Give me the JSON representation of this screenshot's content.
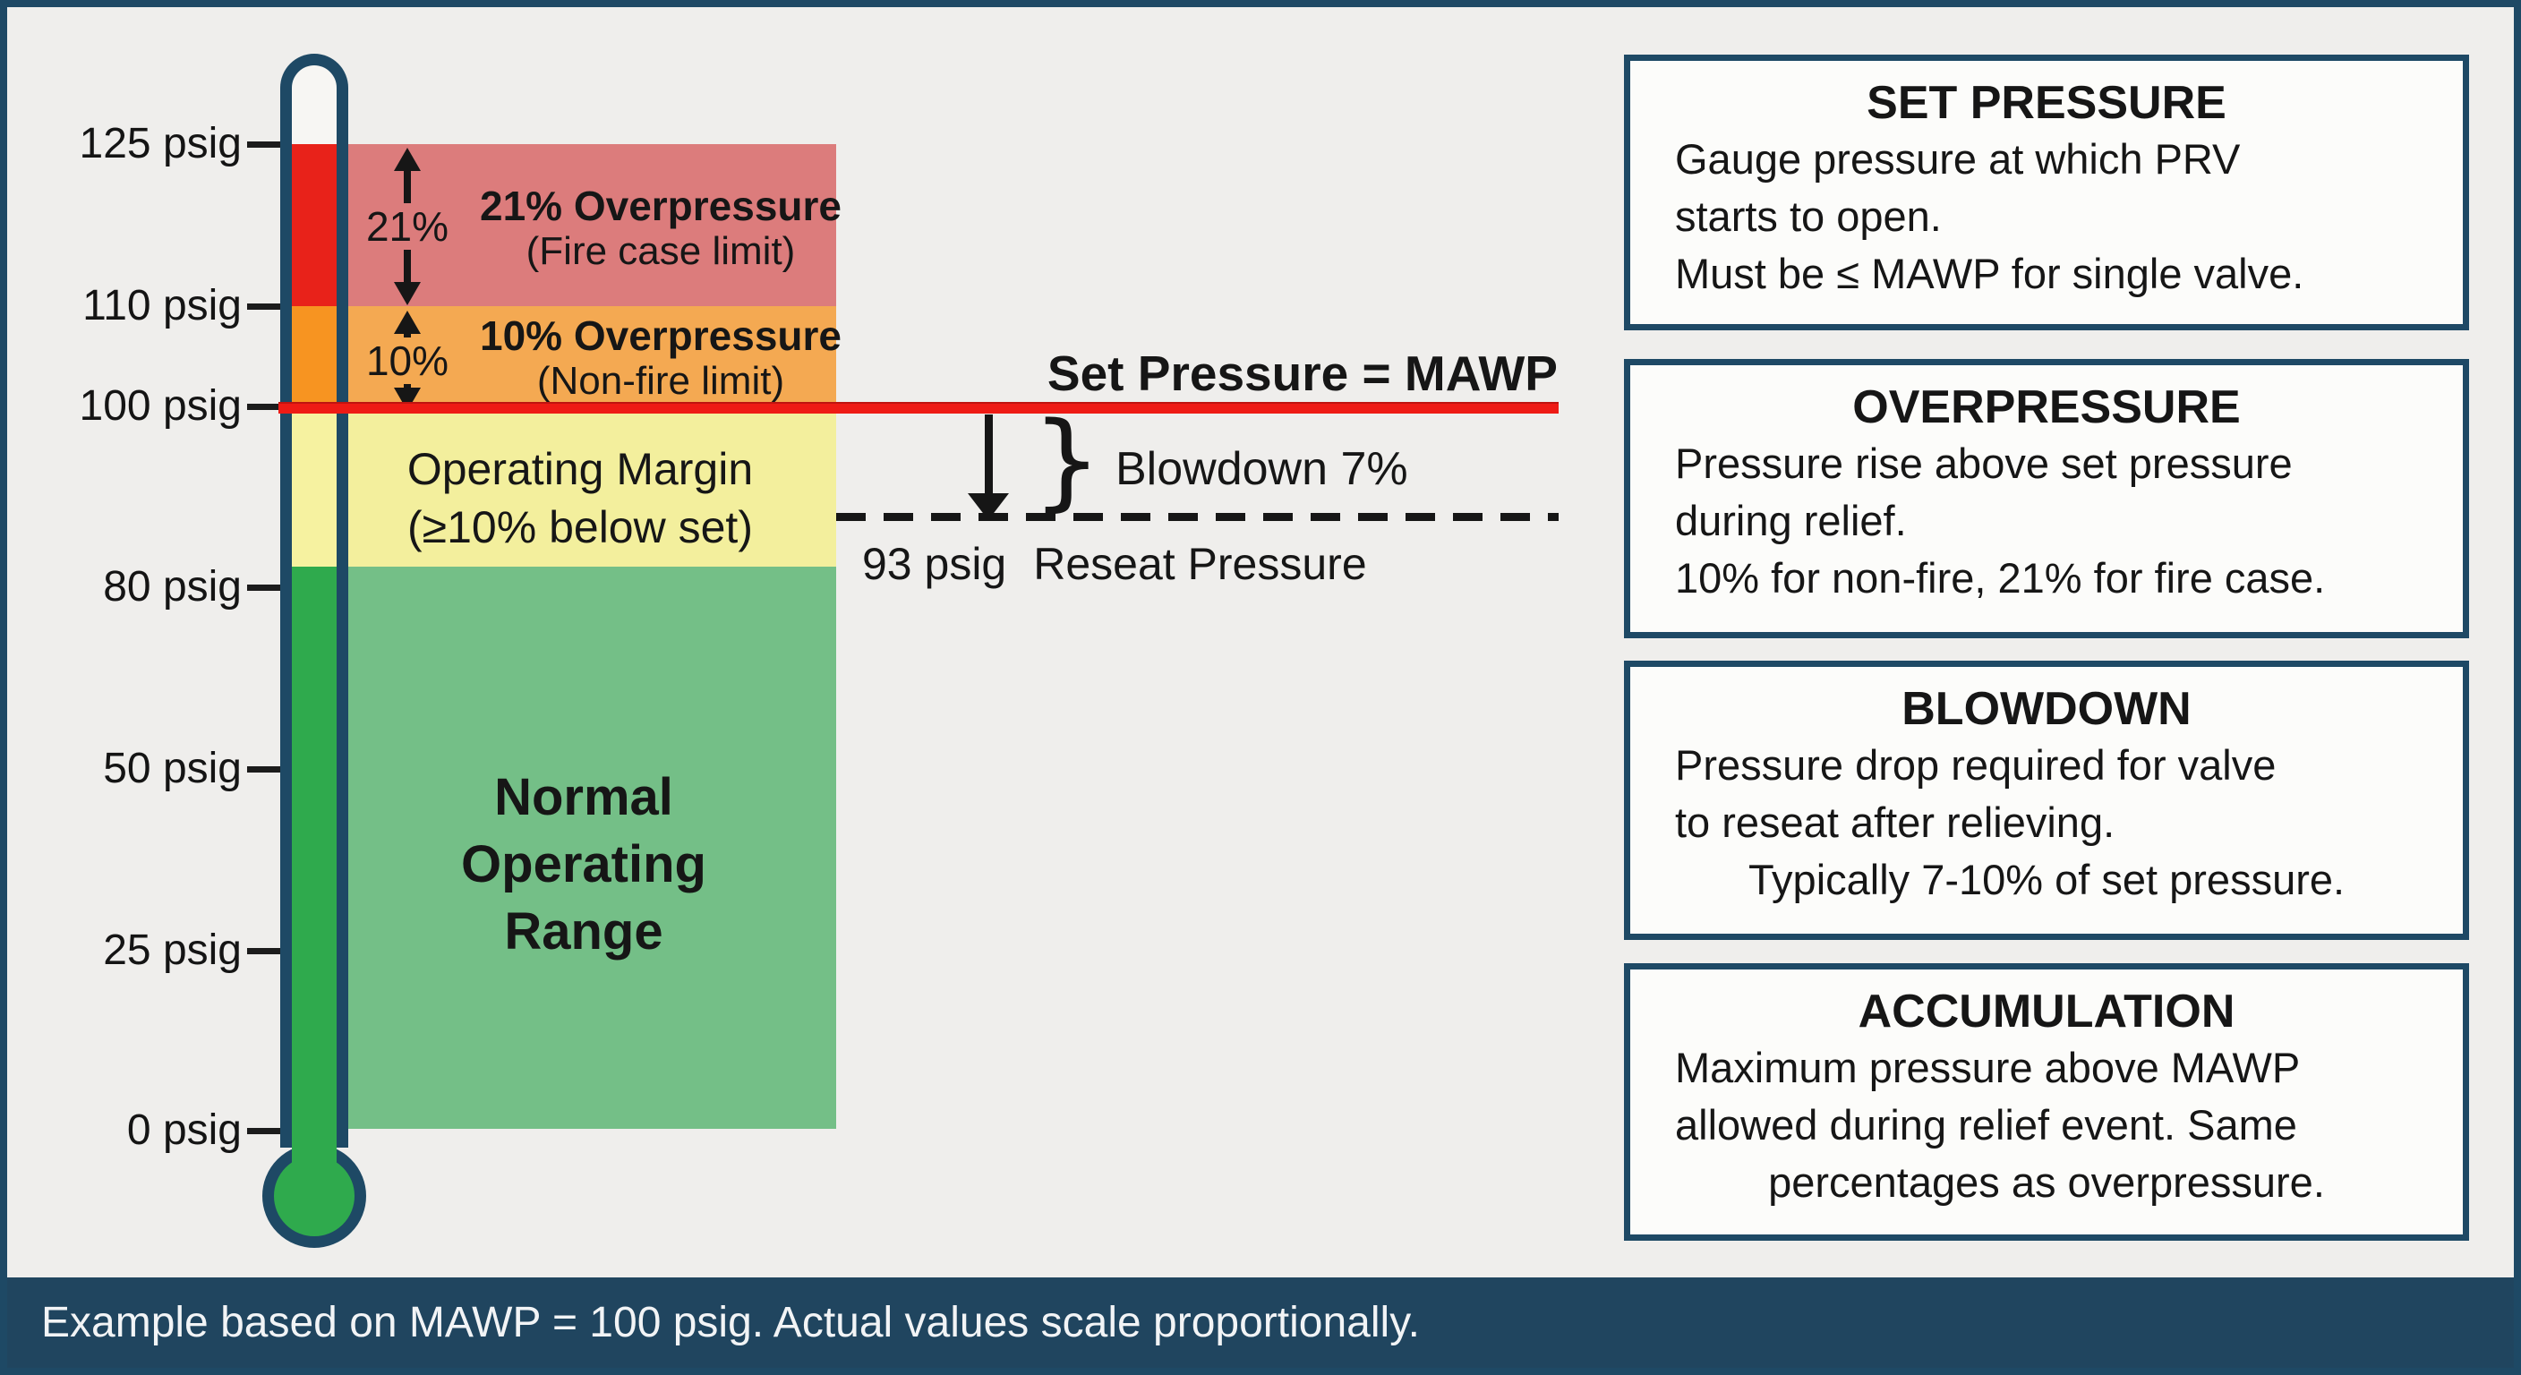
{
  "colors": {
    "background": "#efeeec",
    "frame_navy": "#1e4965",
    "footer_navy": "#20455f",
    "tube_red": "#e8221a",
    "tube_orange": "#f79421",
    "tube_yellow": "#f6f2a0",
    "tube_green": "#2faa4d",
    "band_red": "#dc7c7c",
    "band_orange": "#f4a952",
    "band_yellow": "#f3ef9d",
    "band_green": "#74bf87",
    "set_pressure_line_red": "#ee1b15",
    "text_black": "#161616",
    "box_fill_white": "#fcfcfa"
  },
  "scale": {
    "unit": "psig",
    "ticks": [
      {
        "label": "125 psig"
      },
      {
        "label": "110 psig"
      },
      {
        "label": "100 psig"
      },
      {
        "label": "80 psig"
      },
      {
        "label": "50 psig"
      },
      {
        "label": "25 psig"
      },
      {
        "label": "0 psig"
      }
    ]
  },
  "bands": [
    {
      "name": "fire-case-overpressure",
      "range_pct": "21%",
      "label_bold": "21% Overpressure",
      "label_sub": "(Fire case limit)"
    },
    {
      "name": "non-fire-overpressure",
      "range_pct": "10%",
      "label_bold": "10% Overpressure",
      "label_sub": "(Non-fire limit)"
    },
    {
      "name": "operating-margin",
      "line1": "Operating Margin",
      "line2": "(≥10% below set)"
    },
    {
      "name": "normal-operating-range",
      "line1": "Normal",
      "line2": "Operating",
      "line3": "Range"
    }
  ],
  "set_pressure": {
    "label": "Set Pressure = MAWP"
  },
  "blowdown": {
    "brace": "}",
    "label": "Blowdown 7%"
  },
  "reseat": {
    "value": "93 psig",
    "label": "Reseat Pressure"
  },
  "definition_boxes": [
    {
      "title": "SET PRESSURE",
      "line1": "Gauge pressure at which PRV",
      "line2": "starts to open.",
      "line3": "Must be ≤ MAWP for single valve."
    },
    {
      "title": "OVERPRESSURE",
      "line1": "Pressure rise above set pressure",
      "line2": "during relief.",
      "line3": "10% for non-fire, 21% for fire case."
    },
    {
      "title": "BLOWDOWN",
      "line1": "Pressure drop required for valve",
      "line2": "to reseat after relieving.",
      "line3": "Typically 7-10% of set pressure."
    },
    {
      "title": "ACCUMULATION",
      "line1": "Maximum pressure above MAWP",
      "line2": "allowed during relief event. Same",
      "line3": "percentages as overpressure."
    }
  ],
  "footer": {
    "text": "Example based on MAWP = 100 psig. Actual values scale proportionally."
  }
}
